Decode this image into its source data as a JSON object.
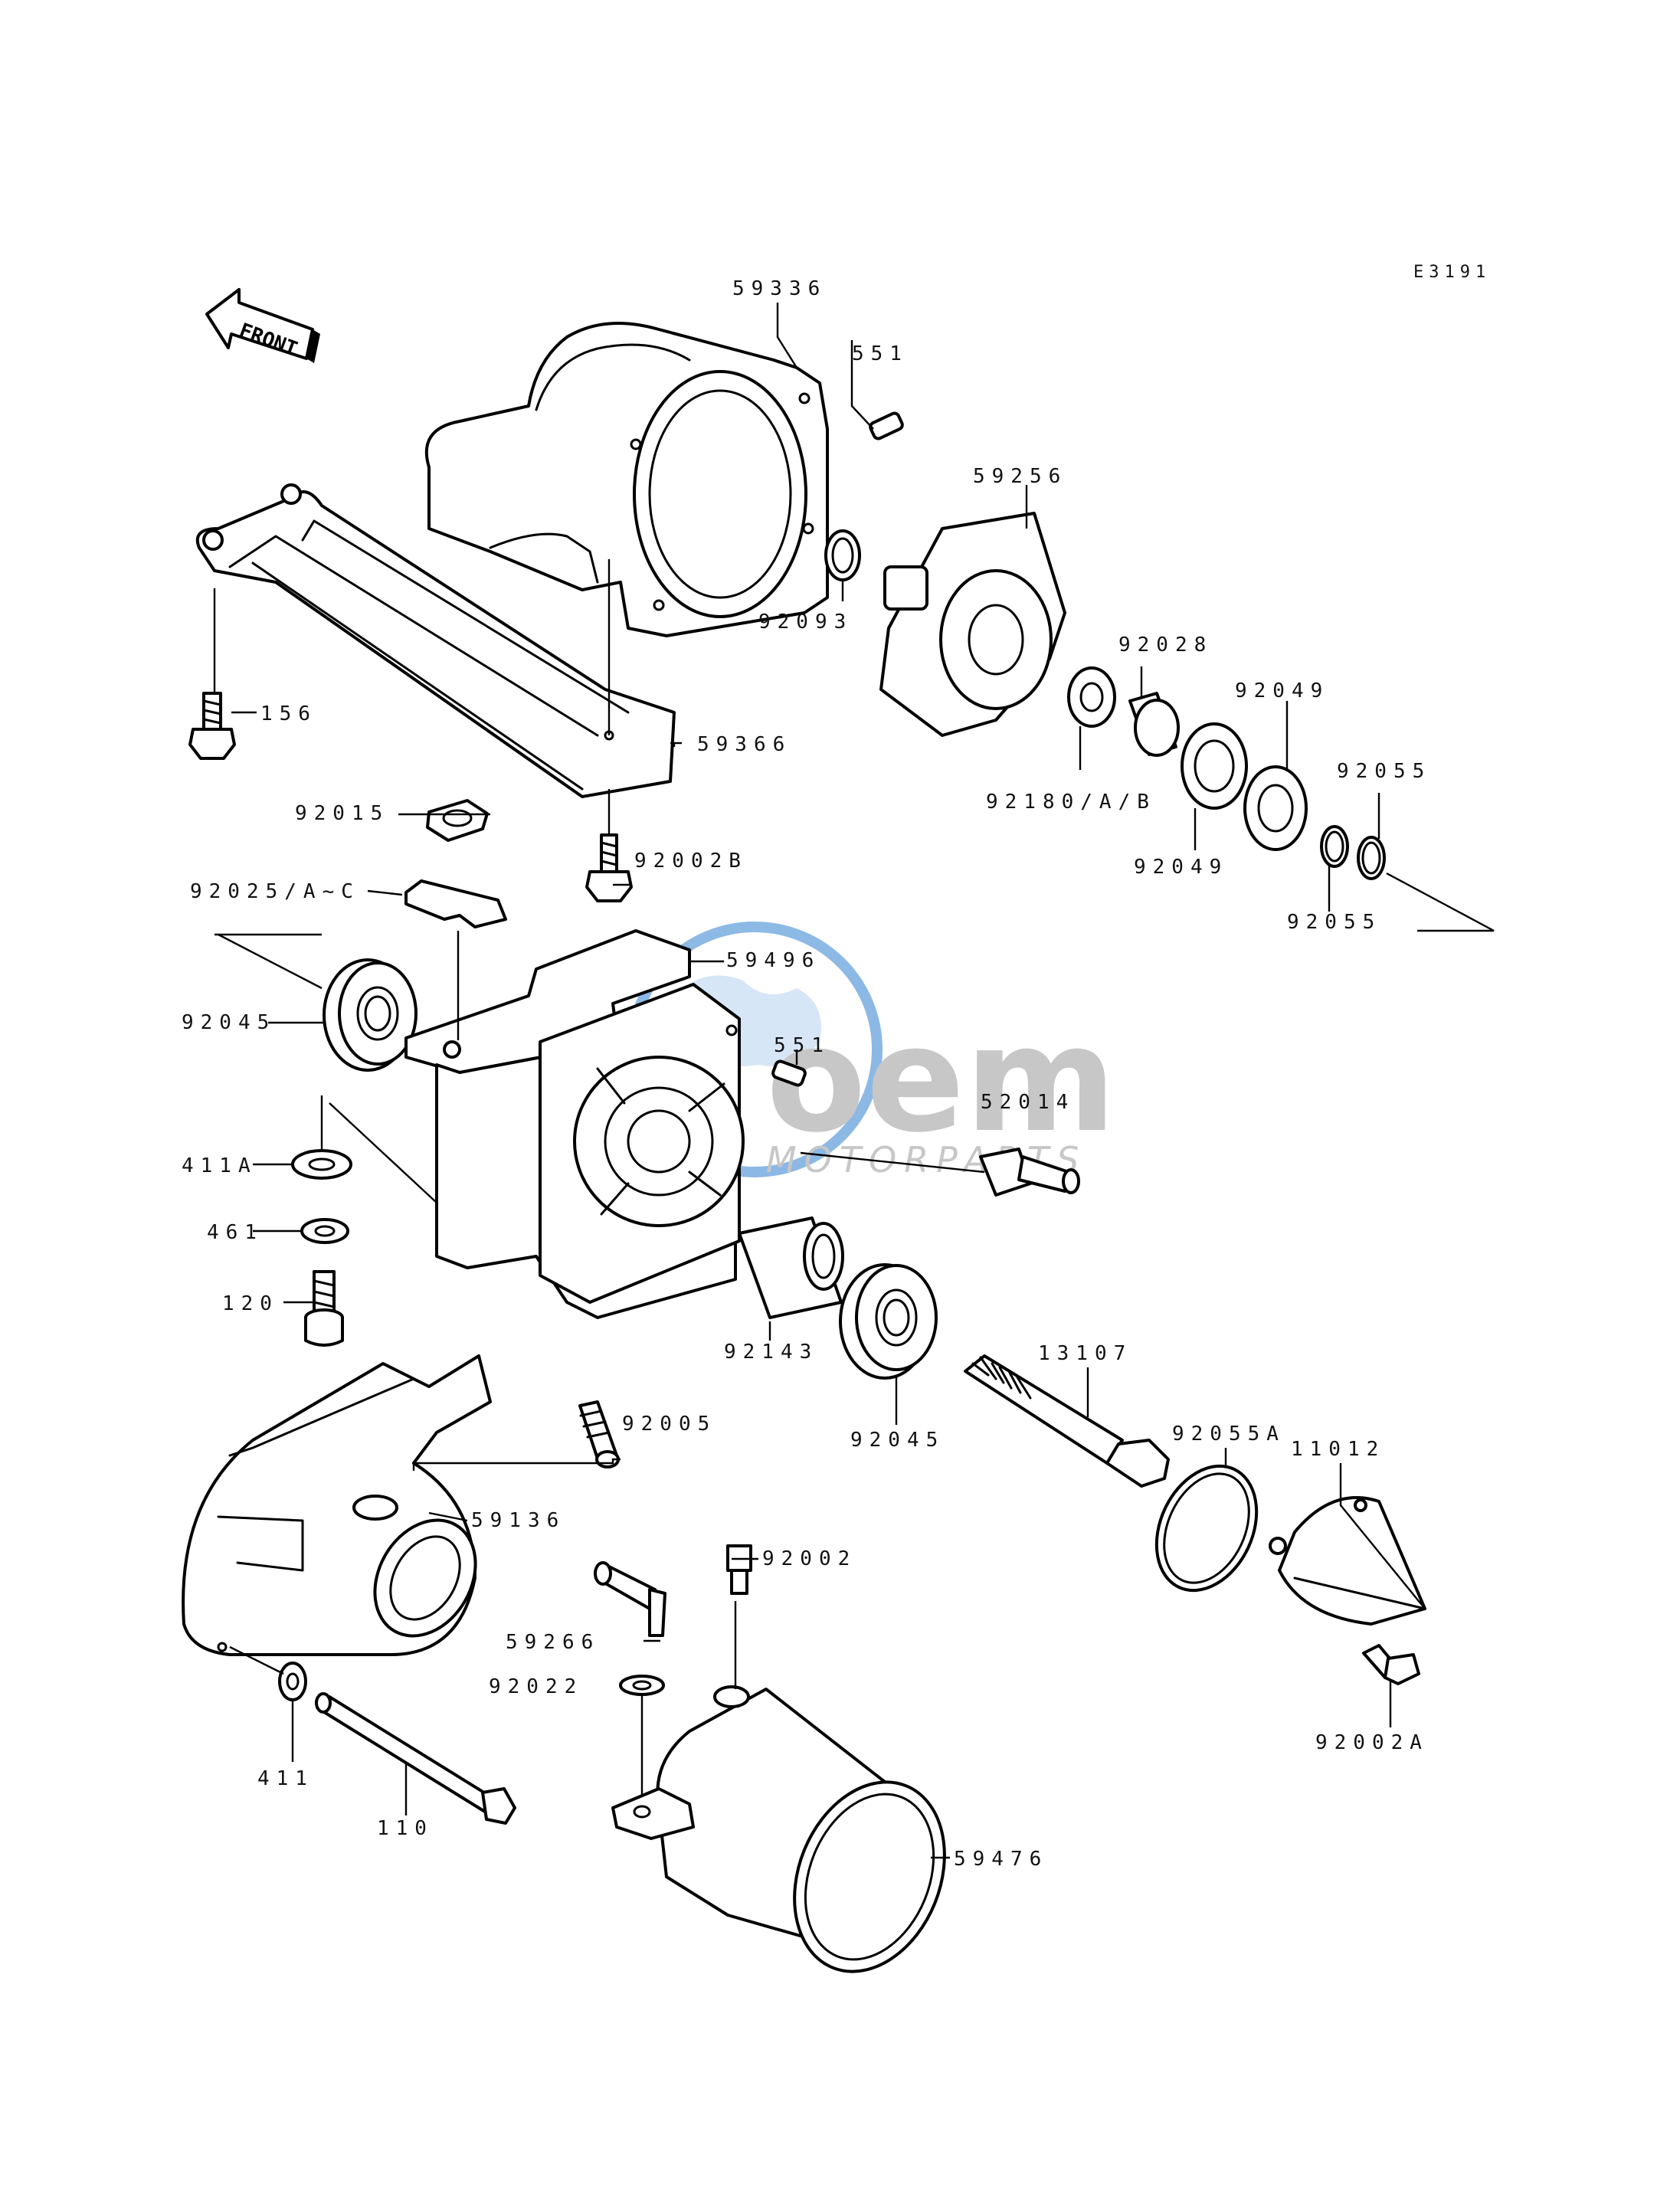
{
  "diagram_code": "E3191",
  "front_label": "FRONT",
  "watermark": {
    "brand": "oem",
    "sub": "MOTORPARTS",
    "color_blue": "#2f7fd0",
    "color_grey": "#9a9a9a"
  },
  "labels": {
    "p59336": "59336",
    "p551_top": "551",
    "p59256": "59256",
    "p92093": "92093",
    "p92028": "92028",
    "p92049_top": "92049",
    "p92055_top": "92055",
    "p92180": "92180/A/B",
    "p92049_bot": "92049",
    "p92055_bot": "92055",
    "p156": "156",
    "p59366": "59366",
    "p92015": "92015",
    "p92002B": "92002B",
    "p92025": "92025/A~C",
    "p59496": "59496",
    "p92045_left": "92045",
    "p551_mid": "551",
    "p52014": "52014",
    "p411A": "411A",
    "p461": "461",
    "p120": "120",
    "p92143": "92143",
    "p13107": "13107",
    "p92055A": "92055A",
    "p92045_right": "92045",
    "p11012": "11012",
    "p92005": "92005",
    "p59136": "59136",
    "p92002": "92002",
    "p59266": "59266",
    "p92022": "92022",
    "p92002A": "92002A",
    "p411": "411",
    "p110": "110",
    "p59476": "59476"
  }
}
